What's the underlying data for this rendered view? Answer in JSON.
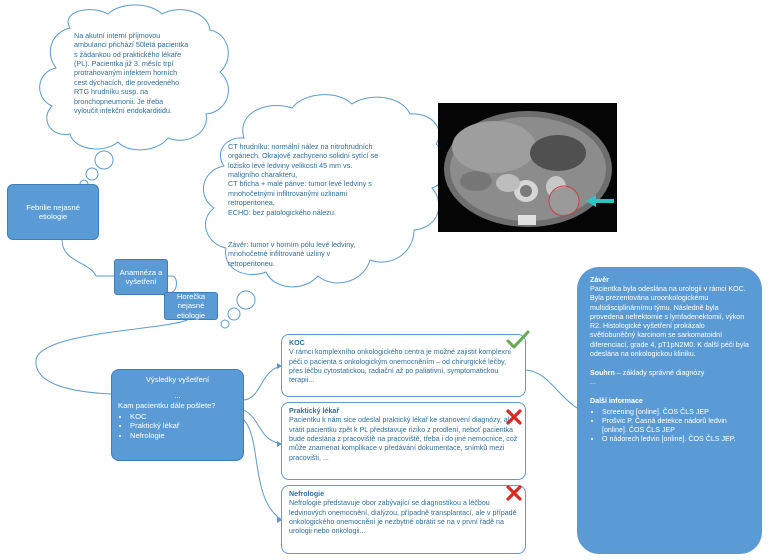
{
  "cloud_intro": {
    "text": "Na akutní interní příjmovou\nambulanci přichází 50letá pacientka\ns žádankou od praktického lékaře\n(PL). Pacientka již 3. měsíc trpí\nprotrahovaným infektem horních\ncest dýchacích, dle provedeného\nRTG hrudníku susp. na\nbronchopneumonii. Je třeba\nvyloučit infekční endokarditidu."
  },
  "cloud_ct": {
    "findings": "CT hrudníku: normální nález na nitrohrudních\norgánech. Okrajově zachyceno solidní sytící se\nložisko levé ledviny velikosti 45 mm vs.\nmaligního charakteru,\nCT břicha + malé pánve: tumor levé ledviny s\nmnohočetnými infiltrovanými uzlinami\nretroperitonea,\nECHO: bez patologického nálezu.",
    "conclusion": "Závěr: tumor v horním pólu levé ledviny,\nmnohočetné infiltrované uzliny v\nretroperitoneu."
  },
  "nodes": {
    "febrile": "Febrilie nejasné etiologie",
    "anamneza": "Anamnéza a vyšetření",
    "horecka": "Horečka nejasné etiologie"
  },
  "results": {
    "title": "Výsledky vyšetření",
    "dots": "...",
    "question": "Kam pacientku dále pošlete?",
    "options": [
      "KOC",
      "Praktický lékař",
      "Nefrologie"
    ]
  },
  "cards": [
    {
      "title": "KOC",
      "text": "V rámci komplexního onkologického centra je možné zajistit komplexní péči o pacienta s onkologickým onemocněním – od chirurgické léčby, přes léčbu cytostatickou, radiační až po paliativní, symptomatickou terapii...",
      "status": "correct",
      "icon": "check-icon",
      "color": "#6aa84f"
    },
    {
      "title": "Praktický lékař",
      "text": "Pacientku k nám sice odeslal praktický lékař ke stanovení diagnózy, ale vrátit pacientku zpět k PL představuje riziko z prodlení, neboť pacientka bude odeslána z pracoviště na pracoviště, třeba i do jiné nemocnice, což může znamenat komplikace v předávání dokumentace, snímků mezi pracovišti, ...",
      "status": "wrong",
      "icon": "cross-icon",
      "color": "#e0271f"
    },
    {
      "title": "Nefrologie",
      "text": "Nefrologie představuje obor zabývající se diagnostikou a léčbou ledvinových onemocnění, dialýzou, případně transplantací, ale v případě onkologického onemocnění je nezbytné obrátit se na v první řadě na urologii nebo onkologii...",
      "status": "wrong",
      "icon": "cross-icon",
      "color": "#e0271f"
    }
  ],
  "conclusion": {
    "heading": "Závěr",
    "text": "Pacientka byla odeslána na urologii v rámci KOC. Byla prezentována uroonkologickému multidisciplinárnímu týmu. Následně byla provedena nefrektomie s lymfadenektomií, výkon R2. Histologické vyšetření prokázalo světlobuněčný karcinom se sarkomatoidní diferenciací, grade 4, pT1pN2M0. K další péči byla odeslána na onkologickou kliniku.",
    "summary_label": "Souhrn",
    "summary_text": " – základy správné diagnózy",
    "summary_dots": "...",
    "more_heading": "Další informace",
    "more_items": [
      "Screening [online]. ČOS ČLS JEP",
      "Prošvic P. Časná detekce nádorů ledvin [online]. ČOS ČLS JEP",
      "O nádorech ledvin [online]. ČOS ČLS JEP."
    ]
  },
  "ct_image": {
    "icon": "ct-scan-image",
    "arrow_color": "#2ec4c4",
    "circle_color": "#d04040"
  },
  "colors": {
    "node_fill": "#5b9bd5",
    "node_border": "#3f7fb9",
    "text_blue": "#2f6f9f",
    "line": "#5b9bd5"
  }
}
